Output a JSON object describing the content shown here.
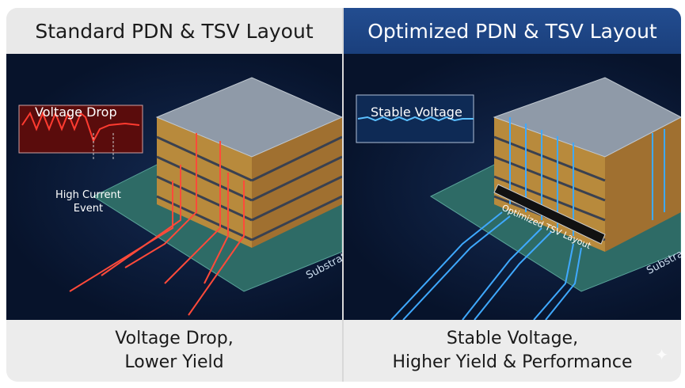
{
  "left": {
    "title": "Standard PDN & TSV Layout",
    "graph_label": "Voltage Drop",
    "event_label_1": "High Current",
    "event_label_2": "Event",
    "substrate_label": "Substrate",
    "caption_1": "Voltage Drop,",
    "caption_2": "Lower Yield",
    "accent": "#ff3b30"
  },
  "right": {
    "title": "Optimized PDN & TSV Layout",
    "graph_label": "Stable Voltage",
    "tsv_label": "Optimized TSV Layout",
    "substrate_label": "Substrate",
    "caption_1": "Stable Voltage,",
    "caption_2": "Higher Yield & Performance",
    "accent": "#3fa9ff"
  }
}
